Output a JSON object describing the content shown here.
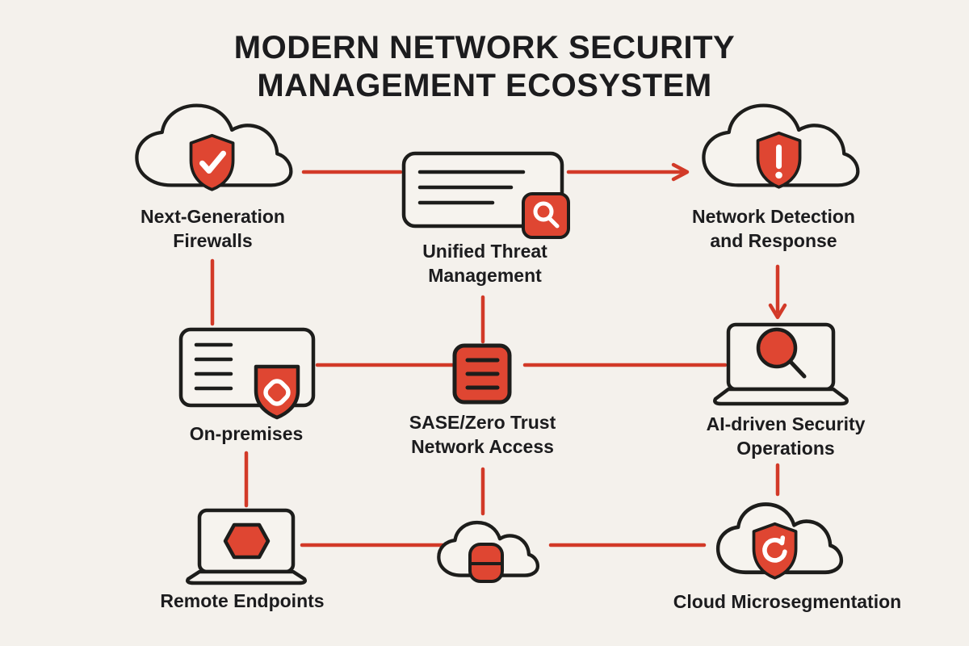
{
  "title": "MODERN NETWORK SECURITY MANAGEMENT ECOSYSTEM",
  "colors": {
    "background": "#f4f1ec",
    "accent_red": "#df4632",
    "connector_red": "#d23a28",
    "outline_black": "#1d1d1b",
    "text": "#1c1c1e",
    "glyph_white": "#ffffff"
  },
  "nodes": {
    "ngfw": {
      "label": "Next-Generation Firewalls",
      "icon": "cloud-shield-check-icon"
    },
    "utm": {
      "label": "Unified Threat Management",
      "icon": "report-search-icon"
    },
    "ndr": {
      "label": "Network Detection and Response",
      "icon": "cloud-shield-alert-icon"
    },
    "onprem": {
      "label": "On-premises",
      "icon": "server-list-shield-icon"
    },
    "sase": {
      "label": "SASE/Zero Trust Network Access",
      "icon": "policy-list-icon"
    },
    "aiops": {
      "label": "AI-driven Security Operations",
      "icon": "laptop-magnifier-icon"
    },
    "remote": {
      "label": "Remote Endpoints",
      "icon": "laptop-endpoint-icon"
    },
    "cloudhub": {
      "label": "",
      "icon": "cloud-storage-icon"
    },
    "microseg": {
      "label": "Cloud Microsegmentation",
      "icon": "cloud-shield-refresh-icon"
    }
  },
  "connections": [
    {
      "from": "ngfw",
      "to": "utm",
      "arrow": false
    },
    {
      "from": "utm",
      "to": "ndr",
      "arrow": true
    },
    {
      "from": "ngfw",
      "to": "onprem",
      "arrow": false
    },
    {
      "from": "utm",
      "to": "sase",
      "arrow": false
    },
    {
      "from": "ndr",
      "to": "aiops",
      "arrow": true
    },
    {
      "from": "onprem",
      "to": "sase",
      "arrow": false
    },
    {
      "from": "sase",
      "to": "aiops",
      "arrow": false
    },
    {
      "from": "onprem",
      "to": "remote",
      "arrow": false
    },
    {
      "from": "sase",
      "to": "cloudhub",
      "arrow": false
    },
    {
      "from": "aiops",
      "to": "microseg",
      "arrow": false
    },
    {
      "from": "remote",
      "to": "cloudhub",
      "arrow": false
    },
    {
      "from": "cloudhub",
      "to": "microseg",
      "arrow": false
    }
  ]
}
